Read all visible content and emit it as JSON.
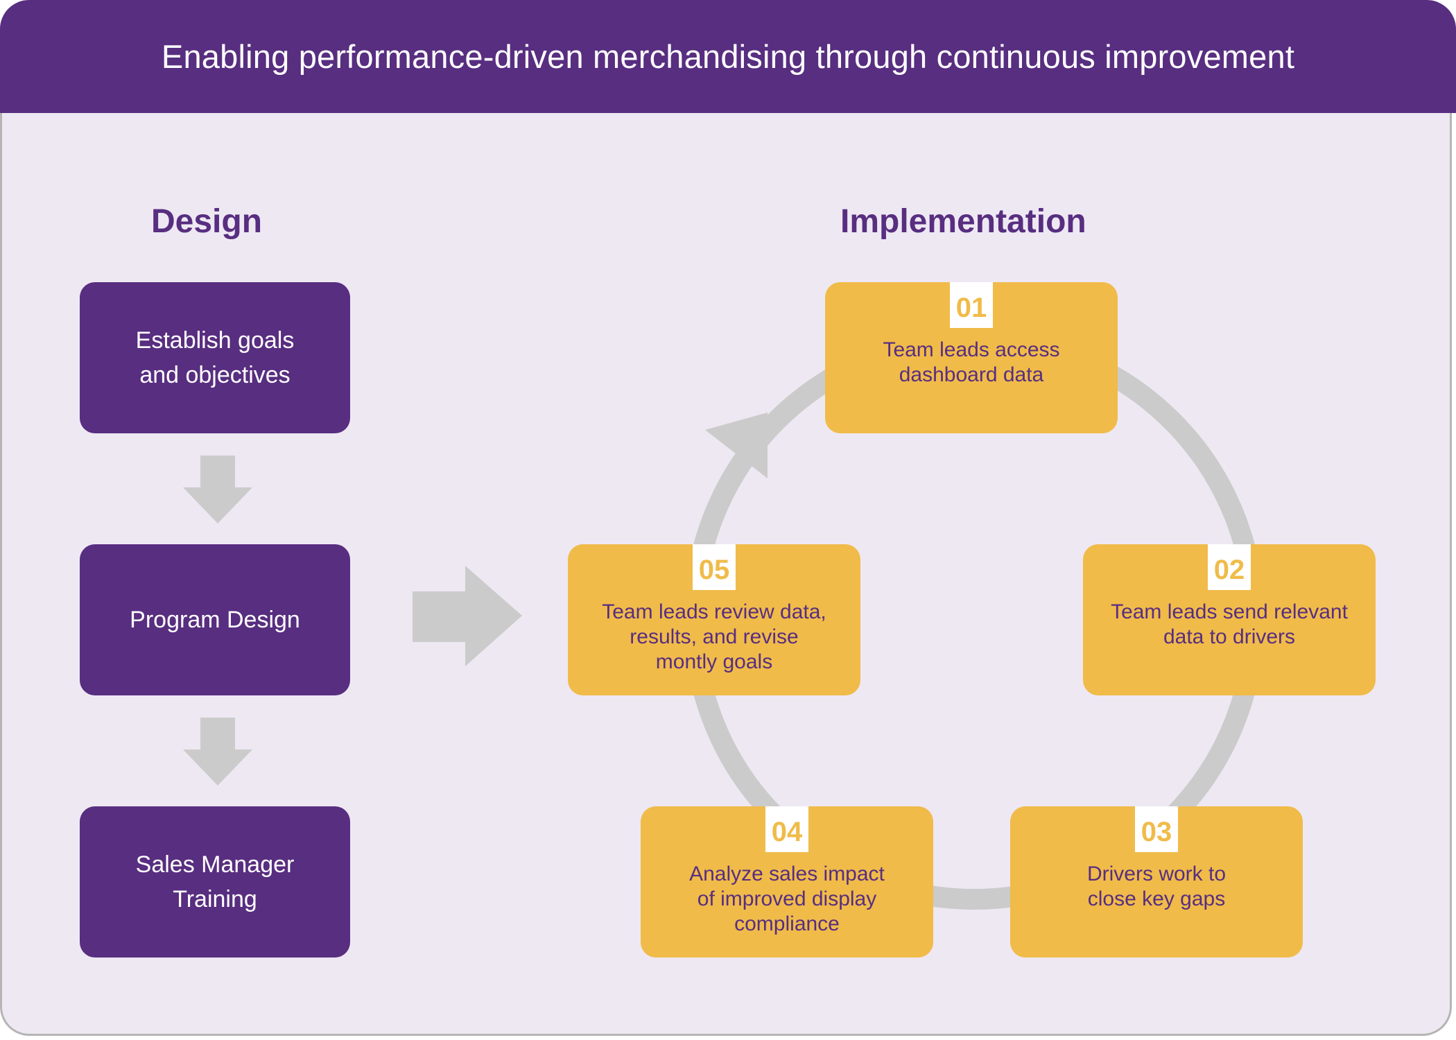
{
  "header": {
    "title": "Enabling performance-driven merchandising through continuous improvement"
  },
  "colors": {
    "purple": "#582e80",
    "yellow": "#f0bb49",
    "background": "#eee8f3",
    "arrow_gray": "#cbcbcb"
  },
  "design": {
    "title": "Design",
    "steps": [
      {
        "label": "Establish goals\nand objectives"
      },
      {
        "label": "Program Design"
      },
      {
        "label": "Sales Manager\nTraining"
      }
    ]
  },
  "implementation": {
    "title": "Implementation",
    "steps": [
      {
        "number": "01",
        "label": "Team leads access\ndashboard data"
      },
      {
        "number": "02",
        "label": "Team leads send relevant\ndata to drivers"
      },
      {
        "number": "03",
        "label": "Drivers work to\nclose key gaps"
      },
      {
        "number": "04",
        "label": "Analyze sales impact\nof improved display\ncompliance"
      },
      {
        "number": "05",
        "label": "Team leads review data,\nresults, and revise\nmontly goals"
      }
    ]
  }
}
